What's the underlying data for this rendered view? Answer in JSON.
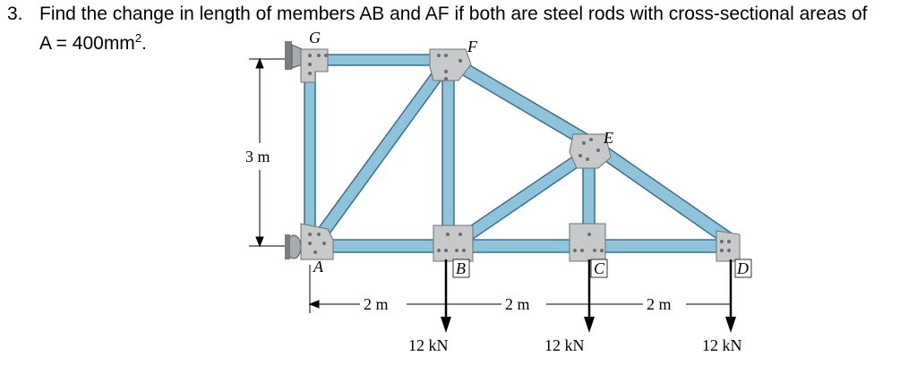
{
  "problem": {
    "number": "3.",
    "line1": "Find the change in length of members AB and AF if both are steel rods with cross-sectional areas of",
    "line2_prefix": "A = 400mm",
    "line2_sup": "2",
    "line2_suffix": "."
  },
  "figure": {
    "joints": {
      "A": "A",
      "B": "B",
      "C": "C",
      "D": "D",
      "E": "E",
      "F": "F",
      "G": "G"
    },
    "height_dim": "3 m",
    "spans": [
      "2 m",
      "2 m",
      "2 m"
    ],
    "loads": [
      "12 kN",
      "12 kN",
      "12 kN"
    ],
    "colors": {
      "member_fill": "#8ec3dc",
      "member_edge": "#3f6f8a",
      "gusset": "#c7c9cb",
      "arrow": "#000000"
    }
  }
}
